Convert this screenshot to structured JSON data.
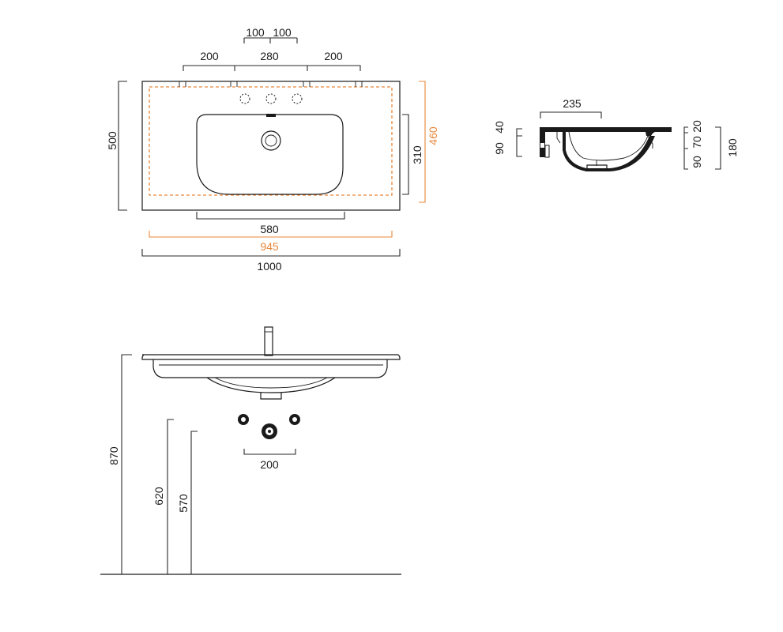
{
  "colors": {
    "line": "#1a1a1a",
    "accent": "#e8873a"
  },
  "top_view": {
    "holes_spacing_a": "100",
    "holes_spacing_b": "100",
    "side_left": "200",
    "middle": "280",
    "side_right": "200",
    "depth": "500",
    "inner_depth": "310",
    "usable_depth": "460",
    "basin_width": "580",
    "usable_width": "945",
    "overall_width": "1000"
  },
  "section_view": {
    "basin_reach": "235",
    "left_upper": "40",
    "left_lower": "90",
    "right_top": "20",
    "right_mid": "70",
    "right_bottom": "90",
    "overall_height": "180"
  },
  "front_view": {
    "mount_height": "870",
    "supply_height": "620",
    "waste_height": "570",
    "supply_spacing": "200"
  }
}
